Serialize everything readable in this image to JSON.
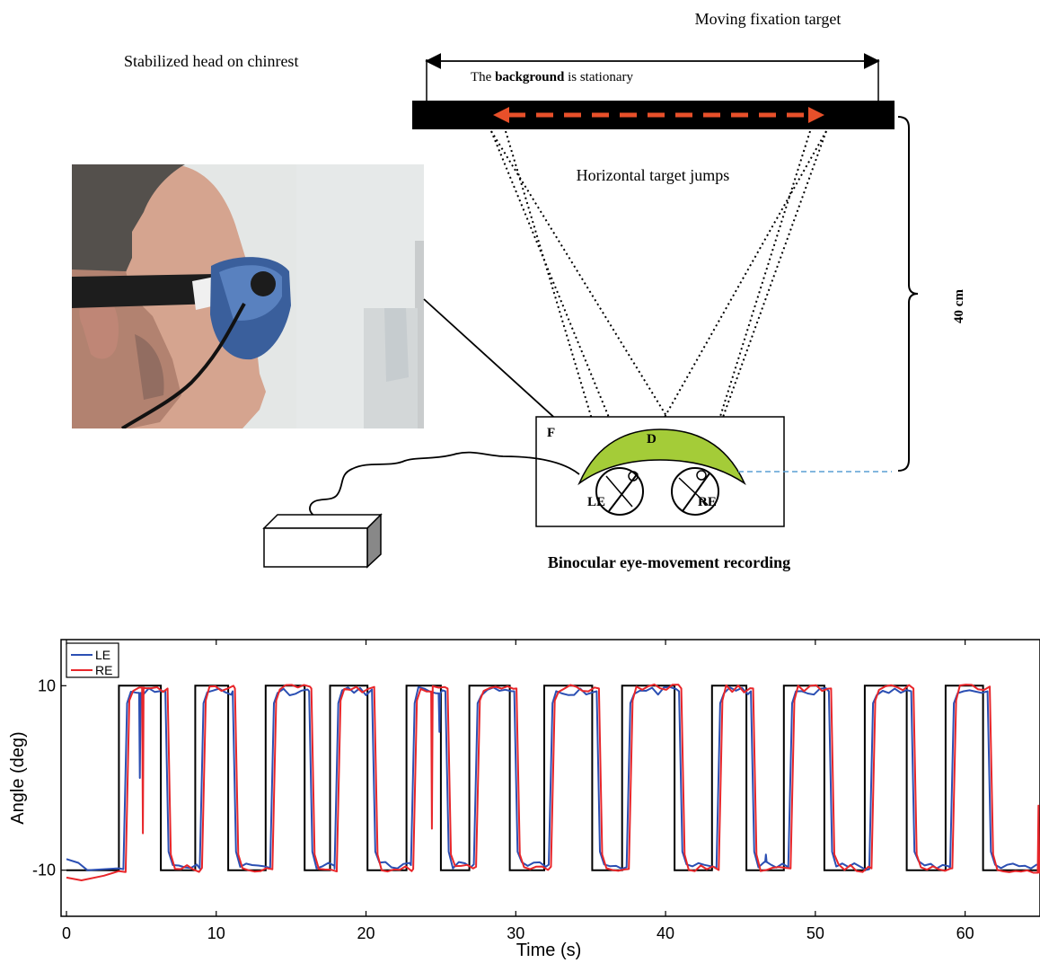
{
  "diagram": {
    "moving_target_label": "Moving fixation target",
    "background_pre": "The ",
    "background_bold": "background",
    "background_post": " is stationary",
    "head_label": "Stabilized head on chinrest",
    "jumps_label": "Horizontal target jumps",
    "distance_label": "40 cm",
    "recording_label": "Binocular eye-movement recording",
    "goggle_frame_label": "F",
    "dichroic_label": "D",
    "left_eye_label": "LE",
    "right_eye_label": "RE",
    "arrow_color": "#e8502a",
    "goggle_mirror_color": "#a4cc38",
    "infrared_line_color": "#5a9fd4"
  },
  "chart_data": {
    "type": "line",
    "xlabel": "Time (s)",
    "ylabel": "Angle (deg)",
    "xlim": [
      0,
      65
    ],
    "ylim": [
      -15,
      15
    ],
    "x_ticks": [
      0,
      10,
      20,
      30,
      40,
      50,
      60
    ],
    "y_ticks": [
      -10,
      10
    ],
    "grid": false,
    "legend_position": "top-left",
    "target": {
      "color": "#000000",
      "low": -10,
      "high": 10,
      "high_intervals": [
        [
          3.5,
          6.3
        ],
        [
          8.6,
          10.8
        ],
        [
          13.3,
          15.9
        ],
        [
          17.6,
          20.1
        ],
        [
          22.7,
          25.0
        ],
        [
          26.9,
          29.6
        ],
        [
          31.9,
          35.1
        ],
        [
          37.1,
          40.6
        ],
        [
          43.1,
          45.4
        ],
        [
          47.9,
          50.6
        ],
        [
          53.3,
          56.1
        ],
        [
          58.7,
          61.2
        ]
      ]
    },
    "series": [
      {
        "name": "LE",
        "color": "#2b4fb3",
        "lag": 0.3,
        "high": 9.7,
        "low": -9.6,
        "start": [
          [
            0,
            -8.8
          ],
          [
            0.8,
            -9.2
          ],
          [
            1.4,
            -10.0
          ],
          [
            3.5,
            -9.8
          ]
        ],
        "spikes": [
          [
            4.9,
            0.0
          ],
          [
            24.9,
            5.0
          ],
          [
            46.7,
            -8.3
          ]
        ]
      },
      {
        "name": "RE",
        "color": "#e8262a",
        "lag": 0.45,
        "high": 10.0,
        "low": -9.9,
        "start": [
          [
            0,
            -10.8
          ],
          [
            1.0,
            -11.1
          ],
          [
            2.5,
            -10.6
          ],
          [
            3.5,
            -10.1
          ]
        ],
        "spikes": [
          [
            5.1,
            -6.0
          ],
          [
            24.4,
            -5.5
          ],
          [
            64.9,
            -3.0
          ]
        ]
      }
    ]
  }
}
